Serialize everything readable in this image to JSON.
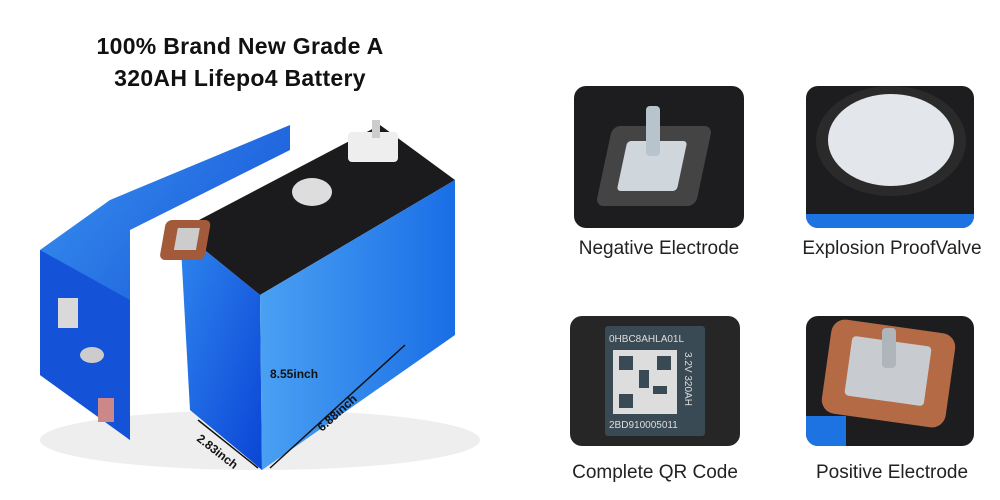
{
  "title": {
    "line1": "100% Brand New Grade A",
    "line2": "320AH Lifepo4 Battery"
  },
  "dimensions": {
    "height": "8.55inch",
    "length": "6.88inch",
    "width": "2.83inch"
  },
  "features": [
    {
      "label": "Negative Electrode"
    },
    {
      "label": "Explosion ProofValve"
    },
    {
      "label": "Complete QR Code"
    },
    {
      "label": "Positive Electrode"
    }
  ],
  "qr_label": {
    "code_top": "0HBC8AHLA01L",
    "spec": "3.2V 320AH",
    "code_bottom": "2BD910005011"
  },
  "colors": {
    "battery_blue": "#1f6fe0",
    "battery_top": "#1b1b1d",
    "background": "#ffffff"
  }
}
